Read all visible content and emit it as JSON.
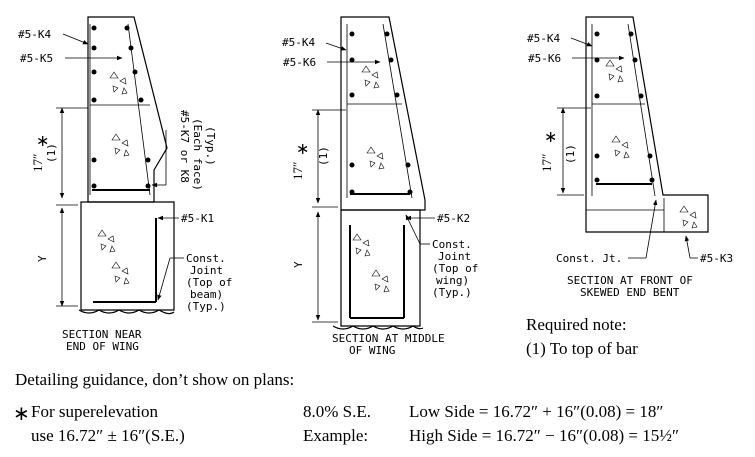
{
  "sections": {
    "near_end": {
      "title_line1": "SECTION NEAR",
      "title_line2": "END OF WING",
      "callout_k4": "#5-K4",
      "callout_k5": "#5-K5",
      "callout_k7": "#5-K7 or K8",
      "callout_each_face": "(Each face)",
      "callout_typ": "(Typ.)",
      "callout_k1": "#5-K1",
      "dim_17": "17″",
      "dim_star": "∗",
      "dim_1": "(1)",
      "dim_y": "Y",
      "joint_lines": [
        "Const.",
        "Joint",
        "(Top of",
        "beam)",
        "(Typ.)"
      ]
    },
    "middle": {
      "title_line1": "SECTION AT MIDDLE",
      "title_line2": "OF WING",
      "callout_k4": "#5-K4",
      "callout_k6": "#5-K6",
      "callout_k2": "#5-K2",
      "dim_17": "17″",
      "dim_star": "∗",
      "dim_1": "(1)",
      "dim_y": "Y",
      "joint_lines": [
        "Const.",
        "Joint",
        "(Top of",
        "wing)",
        "(Typ.)"
      ]
    },
    "front": {
      "title_line1": "SECTION AT FRONT OF",
      "title_line2": "SKEWED END BENT",
      "callout_k4": "#5-K4",
      "callout_k6": "#5-K6",
      "callout_k3": "#5-K3",
      "dim_17": "17″",
      "dim_star": "∗",
      "dim_1": "(1)",
      "joint_label": "Const. Jt."
    }
  },
  "required_note": {
    "heading": "Required note:",
    "text": "(1) To top of bar"
  },
  "guidance": {
    "heading": "Detailing guidance, don’t show on plans:",
    "star": "∗",
    "line1_left": "For superelevation",
    "line2_left": "use 16.72″ ± 16″(S.E.)",
    "line1_mid": "8.0% S.E.",
    "line2_mid": "Example:",
    "line1_right": "Low Side = 16.72″ + 16″(0.08) = 18″",
    "line2_right": "High Side = 16.72″ − 16″(0.08) = 15½″"
  }
}
